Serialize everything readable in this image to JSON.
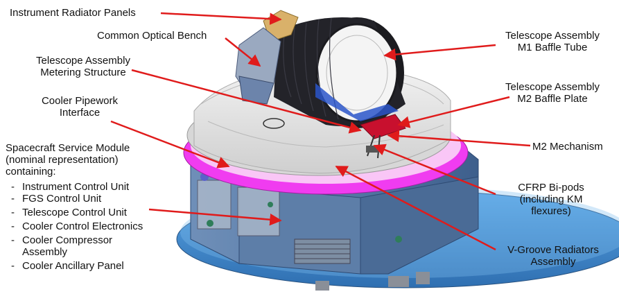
{
  "labels": {
    "instrument_radiator_panels": "Instrument Radiator Panels",
    "common_optical_bench": "Common Optical Bench",
    "metering_structure": [
      "Telescope Assembly",
      "Metering Structure"
    ],
    "cooler_pipework": [
      "Cooler Pipework",
      "Interface"
    ],
    "service_module": [
      "Spacecraft Service Module",
      "(nominal representation)",
      "containing:"
    ],
    "m1_baffle_tube": [
      "Telescope Assembly",
      "M1 Baffle Tube"
    ],
    "m2_baffle_plate": [
      "Telescope Assembly",
      "M2 Baffle Plate"
    ],
    "m2_mechanism": "M2 Mechanism",
    "cfrp_bipods": [
      "CFRP Bi-pods",
      "(including KM",
      "flexures)"
    ],
    "v_groove": [
      "V-Groove Radiators",
      "Assembly"
    ]
  },
  "module_contents": [
    "Instrument Control Unit",
    "FGS Control Unit",
    "Telescope Control Unit",
    "Cooler Control Electronics",
    "Cooler Compressor Assembly",
    "Cooler Ancillary Panel"
  ],
  "colors": {
    "arrow": "#e01b1b",
    "magenta_ring": "#f03cf0",
    "service_module_blue": "#3d6fb0",
    "base_plate": "#4a8fd0",
    "baffle_black": "#1b1b1f",
    "m2_plate_red": "#c8102e",
    "bench_gold": "#d9b16a"
  }
}
